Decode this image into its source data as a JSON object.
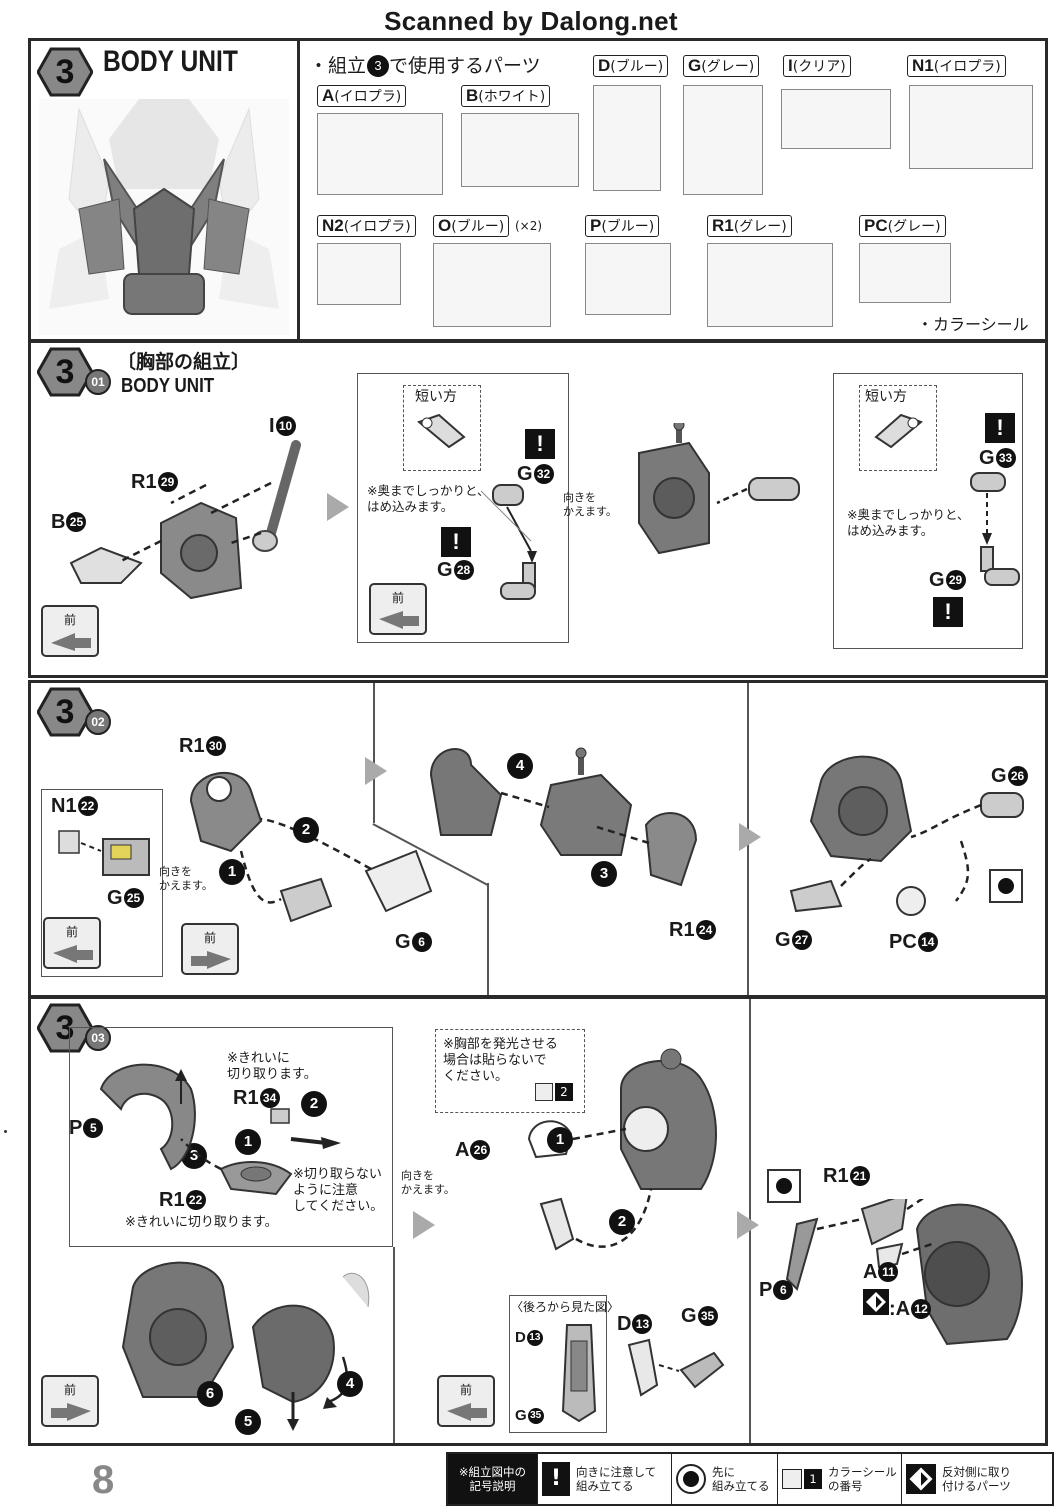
{
  "banner": "Scanned by Dalong.net",
  "header": {
    "step": "3",
    "title": "BODY UNIT",
    "parts_heading_pre": "・組立",
    "parts_heading_num": "3",
    "parts_heading_post": "で使用するパーツ",
    "runners": [
      {
        "letter": "A",
        "color": "(イロプラ)"
      },
      {
        "letter": "B",
        "color": "(ホワイト)"
      },
      {
        "letter": "D",
        "color": "(ブルー)"
      },
      {
        "letter": "G",
        "color": "(グレー)"
      },
      {
        "letter": "I",
        "color": "(クリア)"
      },
      {
        "letter": "N1",
        "color": "(イロプラ)"
      },
      {
        "letter": "N2",
        "color": "(イロプラ)"
      },
      {
        "letter": "O",
        "color": "(ブルー)",
        "qty": "(×2)"
      },
      {
        "letter": "P",
        "color": "(ブルー)"
      },
      {
        "letter": "R1",
        "color": "(グレー)"
      },
      {
        "letter": "PC",
        "color": "(グレー)"
      }
    ],
    "color_seal": "・カラーシール"
  },
  "step1": {
    "sub": "01",
    "title_jp": "〔胸部の組立〕",
    "title_en": "BODY UNIT",
    "front": "前",
    "parts": {
      "I": "I",
      "I_num": "10",
      "R1": "R1",
      "R1_num": "29",
      "B": "B",
      "B_num": "25"
    },
    "detail1": {
      "short": "短い方",
      "part": "G",
      "part_num": "32",
      "note1": "※奥までしっかりと、",
      "note2": "はめ込みます。",
      "part2": "G",
      "part2_num": "28"
    },
    "turn": [
      "向きを",
      "かえます。"
    ],
    "detail2": {
      "short": "短い方",
      "part": "G",
      "part_num": "33",
      "note1": "※奥までしっかりと、",
      "note2": "はめ込みます。",
      "part2": "G",
      "part2_num": "29"
    }
  },
  "step2": {
    "sub": "02",
    "front": "前",
    "labels": {
      "R1a": "R1",
      "R1a_num": "30",
      "N1": "N1",
      "N1_num": "22",
      "G25": "G",
      "G25_num": "25",
      "G6": "G",
      "G6_num": "6",
      "R1b": "R1",
      "R1b_num": "24",
      "G26": "G",
      "G26_num": "26",
      "G27": "G",
      "G27_num": "27",
      "PC": "PC",
      "PC_num": "14"
    },
    "turn": [
      "向きを",
      "かえます。"
    ],
    "steps": [
      "1",
      "2",
      "3",
      "4"
    ]
  },
  "step3": {
    "sub": "03",
    "front": "前",
    "note_clean1": [
      "※きれいに",
      "切り取ります。"
    ],
    "note_clean2": "※きれいに切り取ります。",
    "note_careful": [
      "※切り取らない",
      "ように注意",
      "してください。"
    ],
    "labels": {
      "P5": "P",
      "P5_num": "5",
      "R1a": "R1",
      "R1a_num": "34",
      "R1b": "R1",
      "R1b_num": "22",
      "A26": "A",
      "A26_num": "26",
      "D13a": "D",
      "D13a_num": "13",
      "D13b": "D",
      "D13b_num": "13",
      "G35a": "G",
      "G35a_num": "35",
      "G35b": "G",
      "G35b_num": "35",
      "R1c": "R1",
      "R1c_num": "21",
      "A11": "A",
      "A11_num": "11",
      "A12": ":A",
      "A12_num": "12",
      "P6": "P",
      "P6_num": "6"
    },
    "glow_note": [
      "※胸部を発光させる",
      "場合は貼らないで",
      "ください。"
    ],
    "seal_num": "2",
    "turn": [
      "向きを",
      "かえます。"
    ],
    "back_view": "〈後ろから見た図〉",
    "steps": [
      "1",
      "2",
      "3",
      "4",
      "5",
      "6"
    ]
  },
  "footer": {
    "page": "8",
    "legend_title": [
      "※組立図中の",
      "記号説明"
    ],
    "items": [
      {
        "text": [
          "向きに注意して",
          "組み立てる"
        ]
      },
      {
        "text": [
          "先に",
          "組み立てる"
        ]
      },
      {
        "num": "1",
        "text": [
          "カラーシール",
          "の番号"
        ]
      },
      {
        "text": [
          "反対側に取り",
          "付けるパーツ"
        ]
      }
    ]
  }
}
